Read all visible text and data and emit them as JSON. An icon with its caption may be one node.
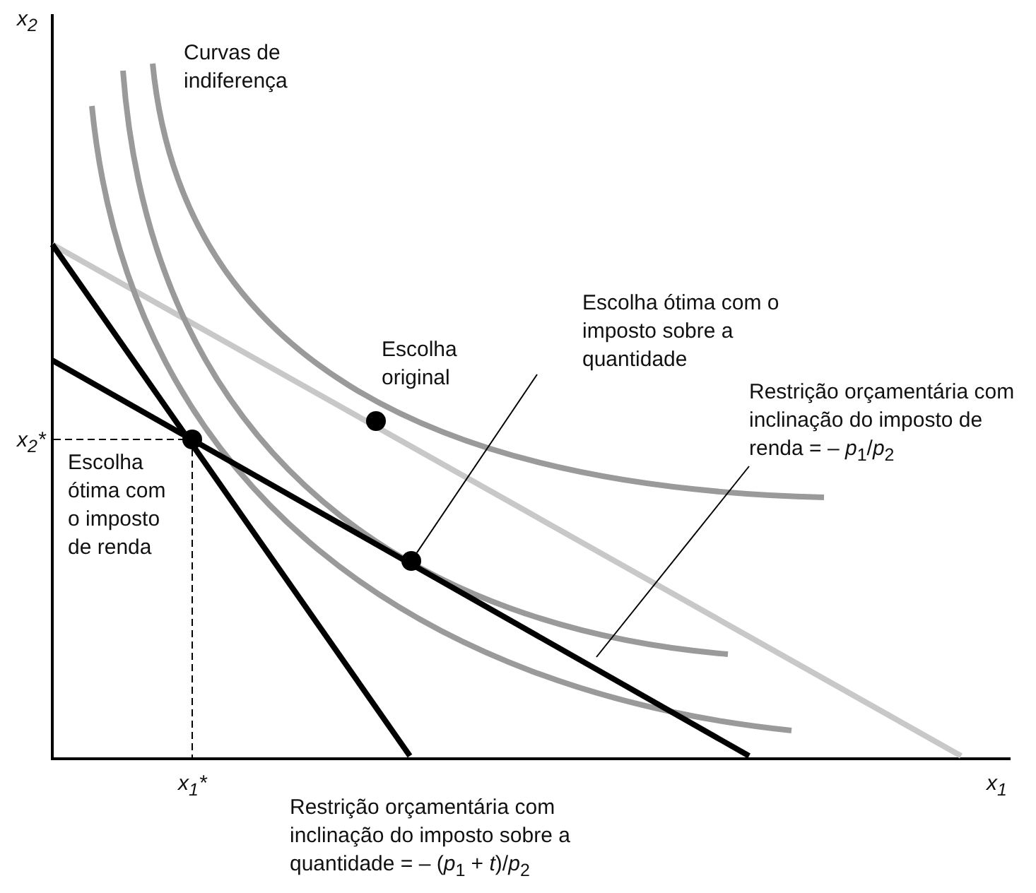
{
  "diagram": {
    "nodes": [
      {
        "text": [
          "Escolha ótima com o imposto sobre a quantidade"
        ]
      },
      {
        "text": [],
        "shape": "circle"
      },
      {
        "text": [
          "Restrição orçamentária com inclinação do imposto de renda = – *p*$_{1}$/*p*$_{2}$"
        ]
      },
      {
        "text": [],
        "shape": "circle"
      },
      {
        "text": [],
        "shape": "circle"
      }
    ],
    "edges": [
      {
        "from": 0,
        "to": 4,
        "arrow": "none"
      },
      {
        "from": 2,
        "to": null,
        "arrow": "none"
      }
    ],
    "labels": [
      "x$_{2}$",
      "Curvas de indiferença",
      "Escolha original",
      "x$_{2}$*",
      "Escolha ótima com o imposto de renda",
      "x$_{1}$*",
      "x$_{1}$",
      "Restrição orçamentária com inclinação do imposto sobre a quantidade = – (*p*$_{1}$ + *t*)/*p*$_{2}$"
    ]
  }
}
